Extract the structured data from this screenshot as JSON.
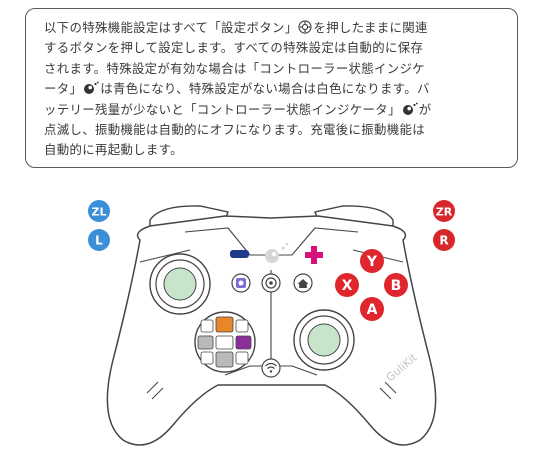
{
  "notice": {
    "lines": [
      "以下の特殊機能設定はすべて「設定ボタン」",
      "を押したままに関連",
      "するボタンを押して設定します。すべての特殊設定は自動的に保存",
      "されます。特殊設定が有効な場合は「コントローラー状態インジケ",
      "ータ」",
      "は青色になり、特殊設定がない場合は白色になります。バ",
      "ッテリー残量が少ないと「コントローラー状態インジケータ」",
      "が",
      "点滅し、振動機能は自動的にオフになります。充電後に振動機能は",
      "自動的に再起動します。"
    ],
    "inline_icons": [
      "settings-gear-icon",
      "status-indicator-icon",
      "status-indicator-icon"
    ]
  },
  "controller": {
    "shoulder_left": {
      "zl": "ZL",
      "l": "L"
    },
    "shoulder_right": {
      "zr": "ZR",
      "r": "R"
    },
    "face_buttons": {
      "top": "Y",
      "left": "X",
      "right": "B",
      "bottom": "A"
    },
    "brand_text": "GuliKit",
    "colors": {
      "shoulder_left": "#3b8fd9",
      "shoulder_right": "#d9262c",
      "face_buttons": "#e0262d",
      "plus_button": "#d8117a",
      "minus_button": "#1e3a8a",
      "stick_top": "#c8e5cc",
      "dpad_up": "#e8862b",
      "dpad_right": "#8a2f9a",
      "dpad_left": "#b9b9b9",
      "dpad_down": "#b9b9b9",
      "screenshot_button": "#7c6cd3"
    }
  }
}
